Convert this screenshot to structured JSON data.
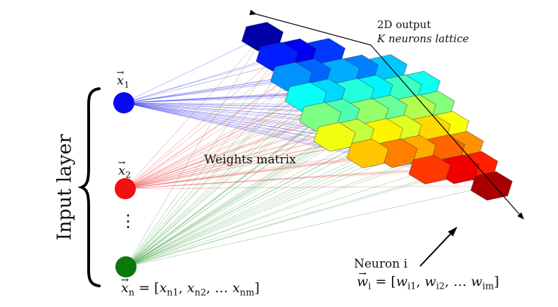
{
  "labels": {
    "output_line1": "2D output",
    "output_line2": "K neurons lattice",
    "input_layer": "Input layer",
    "weights": "Weights matrix",
    "neuron": "Neuron i",
    "dots": "⋮"
  },
  "inputs": [
    {
      "symbol": "x",
      "subscript": "1",
      "color": "#0a0af0"
    },
    {
      "symbol": "x",
      "subscript": "2",
      "color": "#f01010"
    },
    {
      "symbol": "x",
      "subscript": "n",
      "color": "#0a780a"
    }
  ],
  "input_vector": {
    "lhs": "x",
    "lhs_sub": "n",
    "elems": [
      [
        "x",
        "n1"
      ],
      [
        "x",
        "n2"
      ],
      [
        "x",
        "nm"
      ]
    ],
    "ellipsis": "…"
  },
  "weight_vector": {
    "lhs": "w",
    "lhs_sub": "i",
    "elems": [
      [
        "w",
        "i1"
      ],
      [
        "w",
        "i2"
      ],
      [
        "w",
        "im"
      ]
    ],
    "ellipsis": "…"
  },
  "connection_colors": {
    "input_1": "#3a3af0",
    "input_2": "#f05050",
    "input_n": "#40a040"
  }
}
